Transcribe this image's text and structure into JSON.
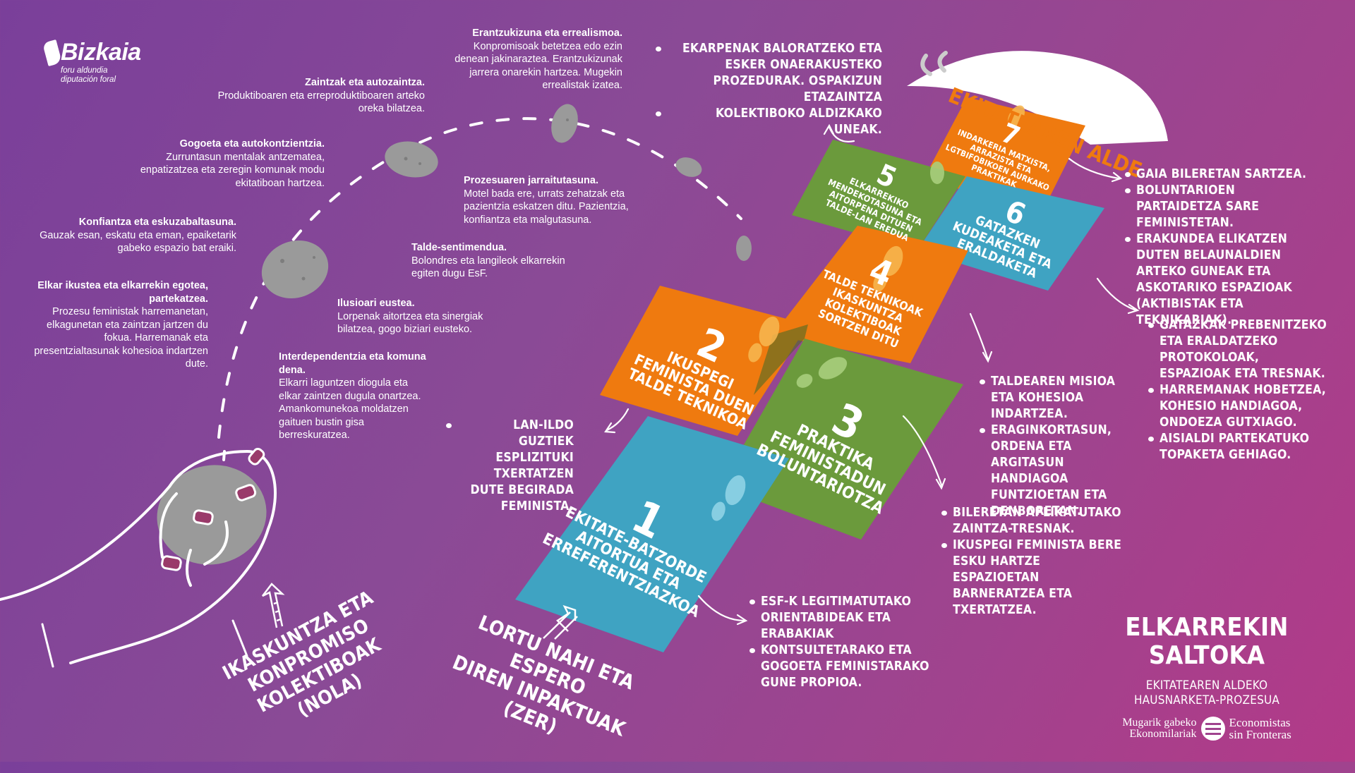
{
  "colors": {
    "orange": "#ef7a0f",
    "green": "#6b9a3c",
    "teal": "#3fa3c2",
    "stone": "#9a9a9a"
  },
  "logo": {
    "name": "Bizkaia",
    "sub1": "foru aldundia",
    "sub2": "diputación foral",
    "icon": "oak-leaf-icon"
  },
  "values": [
    {
      "title": "Erantzukizuna eta errealismoa.",
      "body": "Konpromisoak betetzea edo ezin denean jakinaraztea. Erantzukizunak jarrera onarekin hartzea. Mugekin errealistak izatea."
    },
    {
      "title": "Zaintzak eta autozaintza.",
      "body": "Produktiboaren eta erreproduktiboaren arteko oreka bilatzea."
    },
    {
      "title": "Gogoeta eta autokontzientzia.",
      "body": "Zurruntasun mentalak antzematea, enpatizatzea eta zeregin komunak modu ekitatiboan hartzea."
    },
    {
      "title": "Konfiantza eta eskuzabaltasuna.",
      "body": "Gauzak esan, eskatu eta eman, epaiketarik gabeko espazio bat eraiki."
    },
    {
      "title": "Elkar ikustea eta elkarrekin egotea, partekatzea.",
      "body": "Prozesu feministak harremanetan, elkagunetan eta zaintzan jartzen du fokua. Harremanak eta presentzialtasunak kohesioa indartzen dute."
    },
    {
      "title": "Prozesuaren jarraitutasuna.",
      "body": "Motel bada ere, urrats zehatzak eta pazientzia eskatzen ditu. Pazientzia, konfiantza eta malgutasuna."
    },
    {
      "title": "Talde-sentimendua.",
      "body": "Bolondres eta langileok elkarrekin egiten dugu EsF."
    },
    {
      "title": "Ilusioari eustea.",
      "body": "Lorpenak aitortzea eta sinergiak bilatzea, gogo biziari eusteko."
    },
    {
      "title": "Interdependentzia eta komuna dena.",
      "body": "Elkarri laguntzen diogula eta elkar zaintzen dugula onartzea. Amankomunekoa moldatzen gaituen bustin gisa berreskuratzea."
    }
  ],
  "tiles": [
    {
      "num": "1",
      "text": "EKITATE-BATZORDE AITORTUA ETA ERREFERENTZIAZKOA"
    },
    {
      "num": "2",
      "text": "IKUSPEGI FEMINISTA DUEN TALDE TEKNIKOA"
    },
    {
      "num": "3",
      "text": "PRAKTIKA FEMINISTADUN BOLUNTARIOTZA"
    },
    {
      "num": "4",
      "text": "TALDE TEKNIKOAK IKASKUNTZA KOLEKTIBOAK SORTZEN DITU"
    },
    {
      "num": "5",
      "text": "ELKARREKIKO MENDEKOTASUNA ETA AITORPENA DITUEN TALDE-LAN EREDUA"
    },
    {
      "num": "6",
      "text": "GATAZKEN KUDEAKETA ETA ERALDAKETA"
    },
    {
      "num": "7",
      "text": "INDARKERIA MATXISTA, ARRAZISTA ETA LGTBIFOBIKOEN AURKAKO PRAKTIKAK"
    }
  ],
  "goal": "EKITATEAREN ALDE",
  "impacts": {
    "top": [
      "EKARPENAK BALORATZEKO ETA ESKER ONAERAKUSTEKO PROZEDURAK. OSPAKIZUN ETAZAINTZA",
      "KOLEKTIBOKO ALDIZKAKO UNEAK."
    ],
    "right_top": [
      "GAIA BILERETAN SARTZEA.",
      "BOLUNTARIOEN PARTAIDETZA SARE FEMINISTETAN.",
      "ERAKUNDEA ELIKATZEN DUTEN BELAUNALDIEN ARTEKO GUNEAK ETA ASKOTARIKO ESPAZIOAK (AKTIBISTAK ETA TEKNIKARIAK)."
    ],
    "right_mid": [
      "GATAZKAK PREBENITZEKO ETA ERALDATZEKO PROTOKOLOAK, ESPAZIOAK ETA TRESNAK.",
      "HARREMANAK HOBETZEA, KOHESIO HANDIAGOA, ONDOEZA GUTXIAGO.",
      "AISIALDI PARTEKATUKO TOPAKETA GEHIAGO."
    ],
    "mid": [
      "TALDEAREN MISIOA ETA KOHESIOA INDARTZEA.",
      "ERAGINKORTASUN, ORDENA ETA ARGITASUN HANDIAGOA FUNTZIOETAN ETA DENBORETAN."
    ],
    "low": [
      "BILERETAN APLIKATUTAKO ZAINTZA-TRESNAK.",
      "IKUSPEGI FEMINISTA BERE ESKU HARTZE ESPAZIOETAN BARNERATZEA ETA TXERTATZEA."
    ],
    "bottom": [
      "ESF-K LEGITIMATUTAKO ORIENTABIDEAK ETA ERABAKIAK",
      "KONTSULTETARAKO ETA GOGOETA FEMINISTARAKO GUNE PROPIOA."
    ],
    "left": [
      "LAN-ILDO GUZTIEK ESPLIZITUKI TXERTATZEN DUTE BEGIRADA FEMINISTA."
    ]
  },
  "captions": {
    "how": [
      "IKASKUNTZA ETA",
      "KONPROMISO KOLEKTIBOAK",
      "(NOLA)"
    ],
    "what": [
      "LORTU NAHI ETA ESPERO",
      "DIREN INPAKTUAK",
      "(ZER)"
    ]
  },
  "brand": {
    "title": "ELKARREKIN SALTOKA",
    "sub1": "EKITATEAREN ALDEKO",
    "sub2": "HAUSNARKETA-PROZESUA",
    "org_eu1": "Mugarik gabeko",
    "org_eu2": "Ekonomilariak",
    "org_es1": "Economistas",
    "org_es2": "sin Fronteras",
    "org_icon": "globe-icon"
  }
}
